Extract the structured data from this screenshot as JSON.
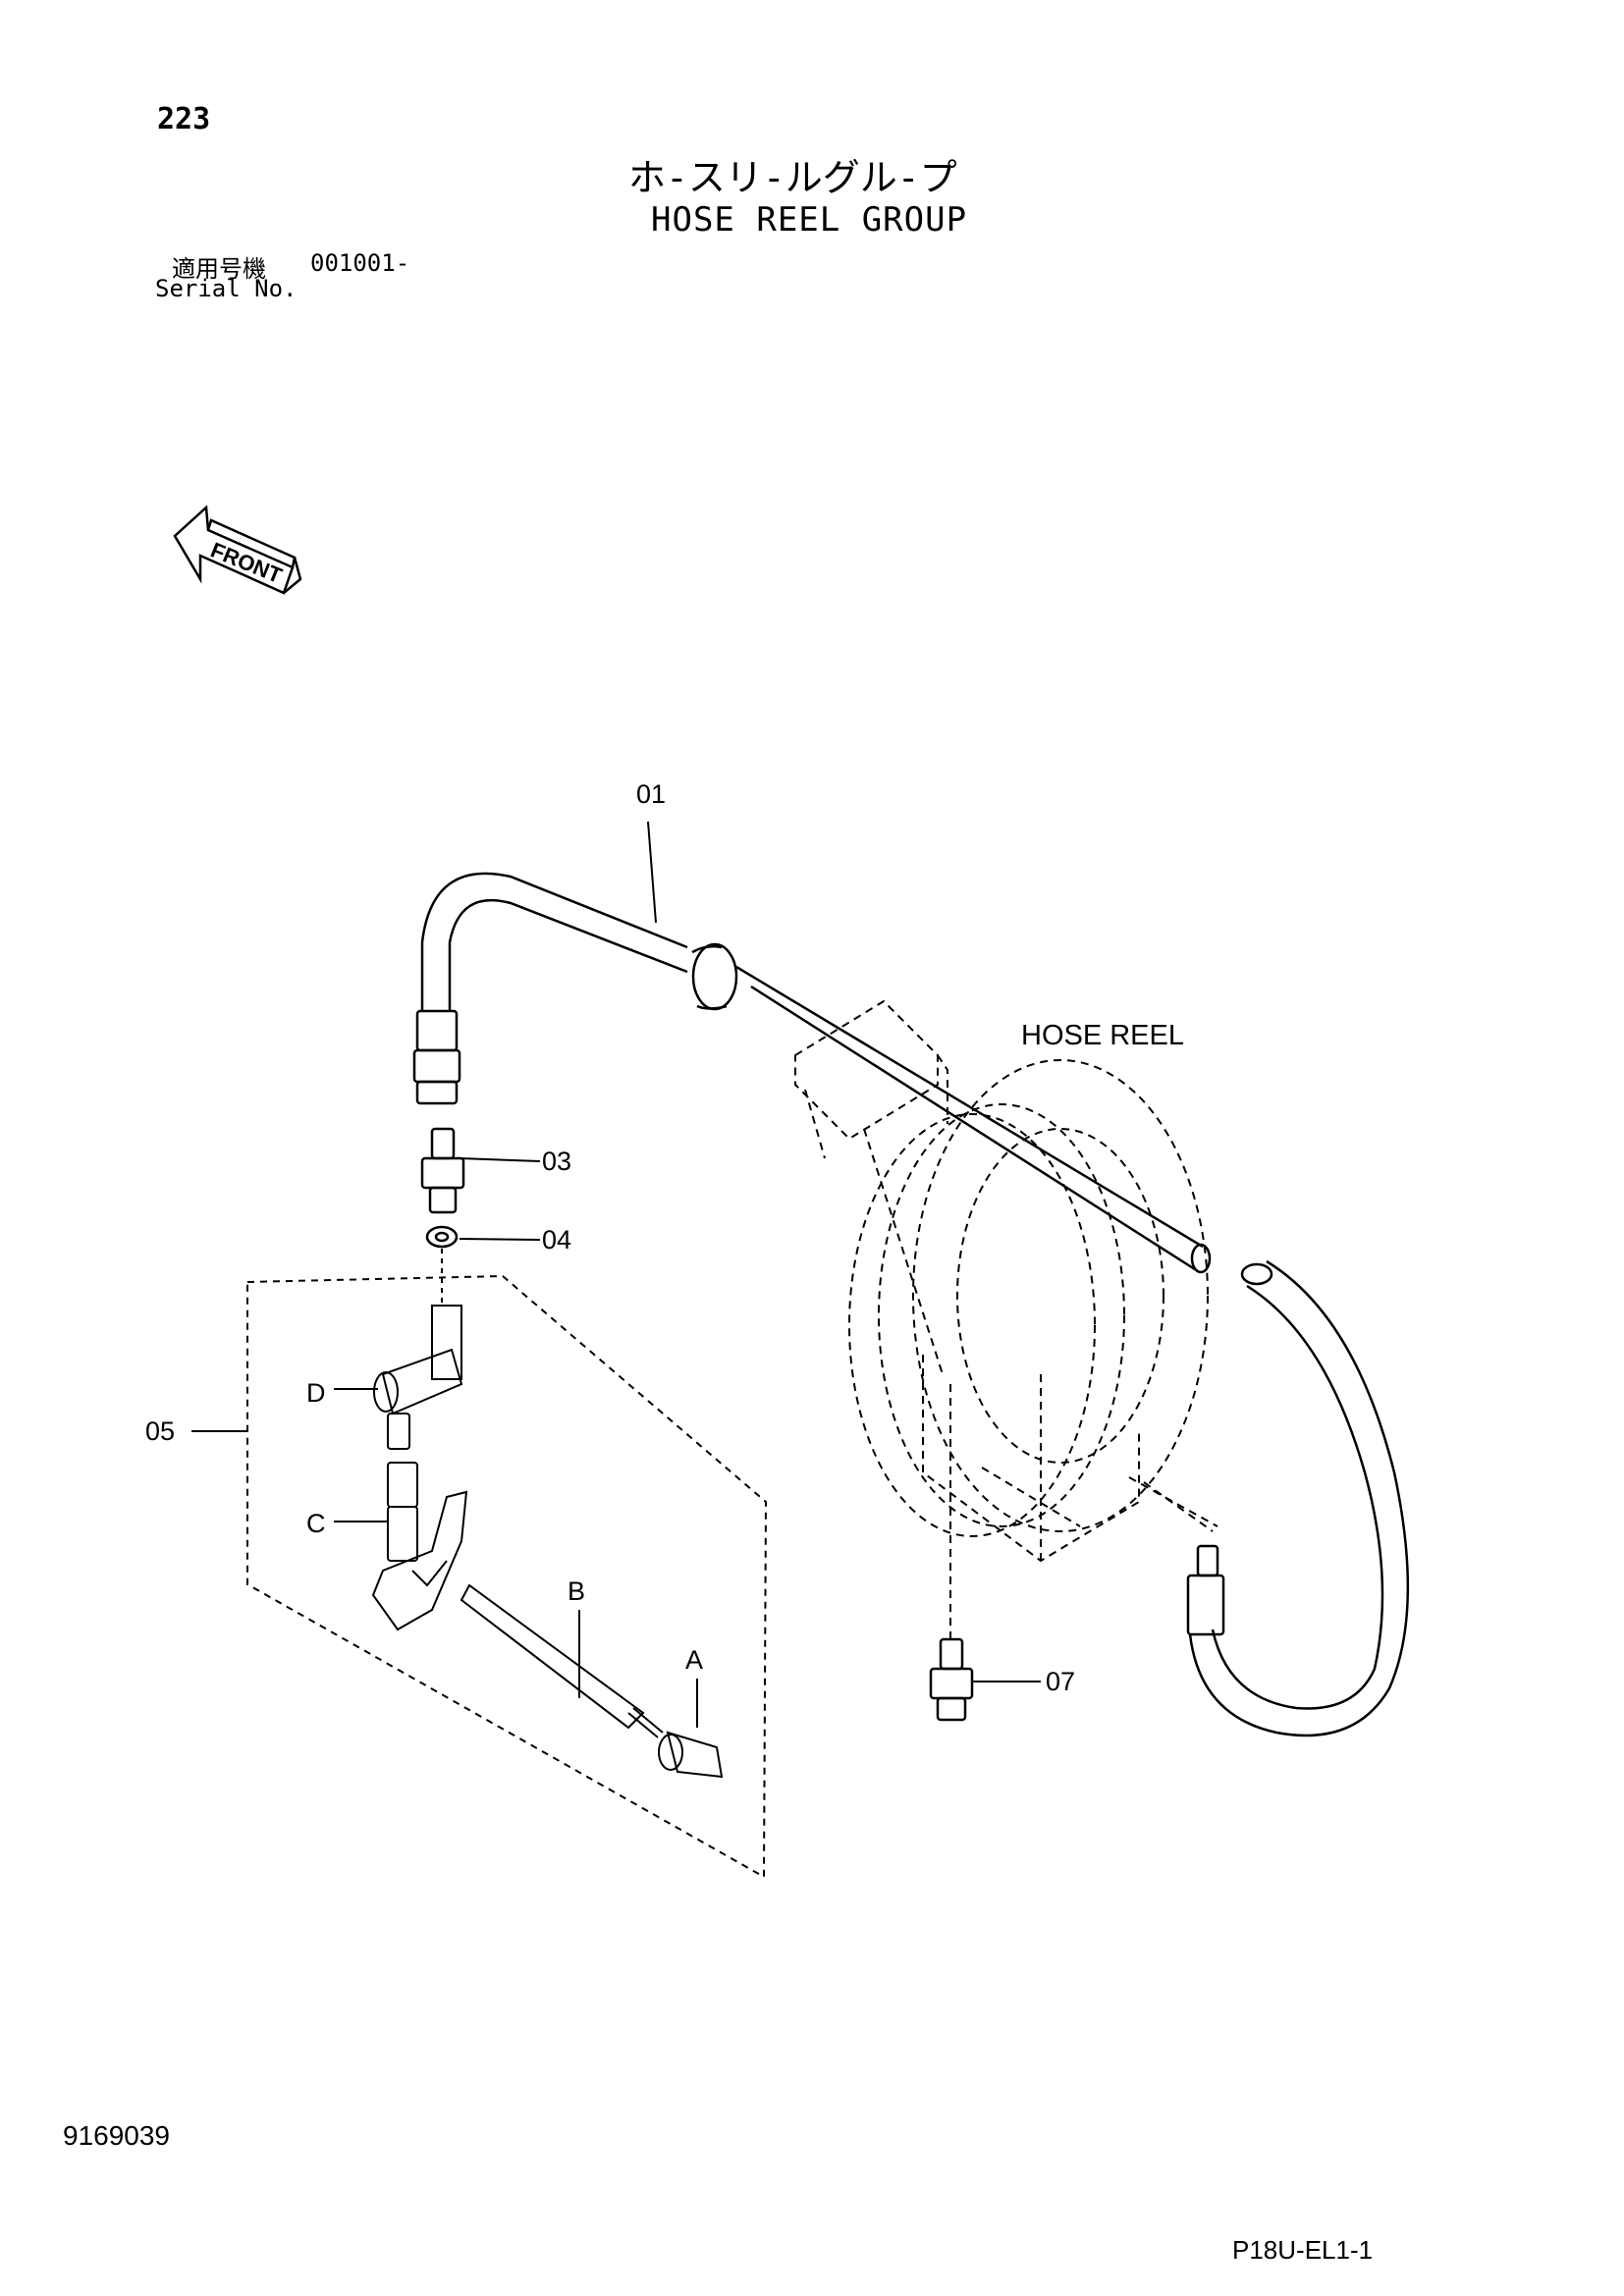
{
  "header": {
    "page_number": "223",
    "title_jp": "ホ-スリ-ルグル-プ",
    "title_en": "HOSE REEL GROUP",
    "serial_label_jp": "適用号機",
    "serial_value": "001001-",
    "serial_label_en": "Serial No."
  },
  "diagram": {
    "front_label": "FRONT",
    "assembly_label": "HOSE REEL",
    "callouts": {
      "p01": "01",
      "p03": "03",
      "p04": "04",
      "p05": "05",
      "p07": "07",
      "a": "A",
      "b": "B",
      "c": "C",
      "d": "D"
    }
  },
  "footer": {
    "document_number": "9169039",
    "page_code": "P18U-EL1-1"
  }
}
